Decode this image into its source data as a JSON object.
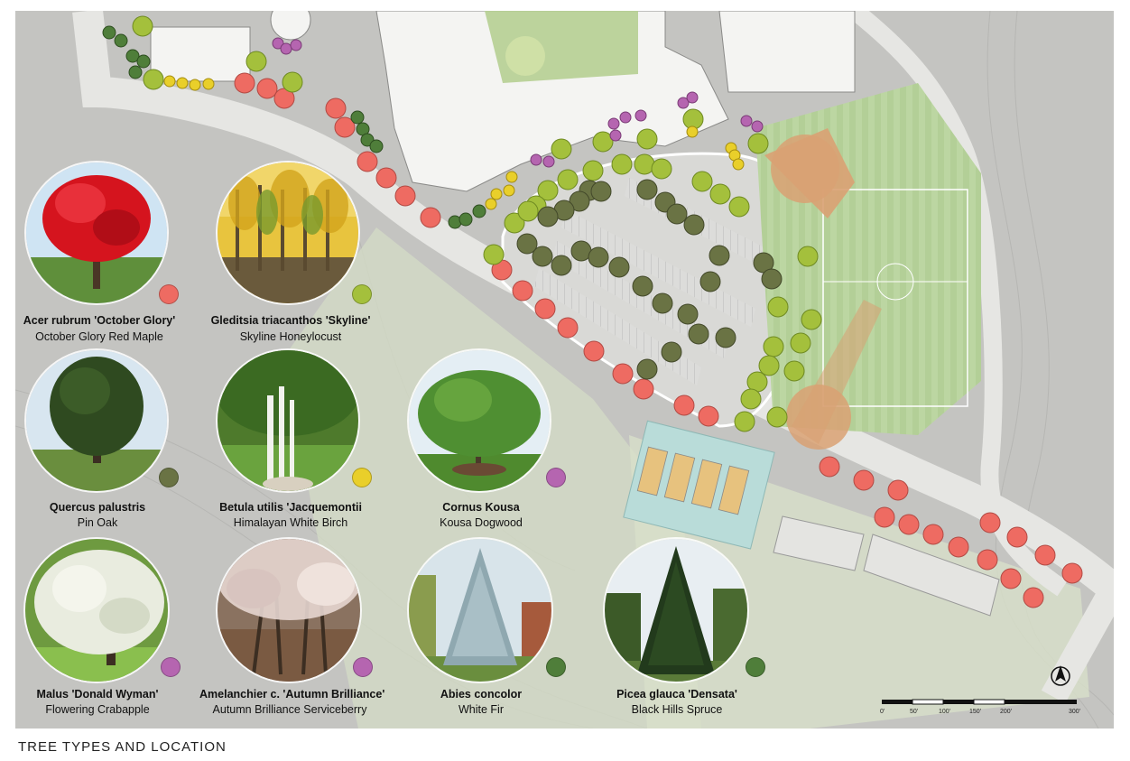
{
  "caption": "TREE TYPES AND LOCATION",
  "colors": {
    "red_maple": "#ee6b62",
    "honeylocust": "#a4c03c",
    "pin_oak": "#6a7344",
    "birch": "#e9cf2a",
    "dogwood": "#b565b0",
    "crabapple": "#b565b0",
    "serviceberry": "#b565b0",
    "fir": "#4f7e3a",
    "spruce": "#4f7e3a",
    "infield": "#d9a173",
    "turf": "#bcd6a2",
    "court": "#e7c27e"
  },
  "trees": [
    {
      "botanical": "Acer rubrum 'October Glory'",
      "common": "October Glory Red Maple",
      "icon": "red-maple-photo"
    },
    {
      "botanical": "Gleditsia triacanthos 'Skyline'",
      "common": "Skyline Honeylocust",
      "icon": "honeylocust-photo"
    },
    {
      "botanical": "Quercus palustris",
      "common": "Pin Oak",
      "icon": "pin-oak-photo"
    },
    {
      "botanical": "Betula utilis 'Jacquemontii",
      "common": "Himalayan  White Birch",
      "icon": "birch-photo"
    },
    {
      "botanical": "Cornus Kousa",
      "common": "Kousa Dogwood",
      "icon": "dogwood-photo"
    },
    {
      "botanical": "Malus 'Donald Wyman'",
      "common": "Flowering Crabapple",
      "icon": "crabapple-photo"
    },
    {
      "botanical": "Amelanchier c. 'Autumn Brilliance'",
      "common": "Autumn Brilliance Serviceberry",
      "icon": "serviceberry-photo"
    },
    {
      "botanical": "Abies concolor",
      "common": "White Fir",
      "icon": "fir-photo"
    },
    {
      "botanical": "Picea glauca 'Densata'",
      "common": "Black Hills Spruce",
      "icon": "spruce-photo"
    }
  ],
  "scale_bar": {
    "labels": [
      "0'",
      "50'",
      "100'",
      "150'",
      "200'",
      "300'"
    ]
  },
  "north_arrow": "north-arrow-icon"
}
